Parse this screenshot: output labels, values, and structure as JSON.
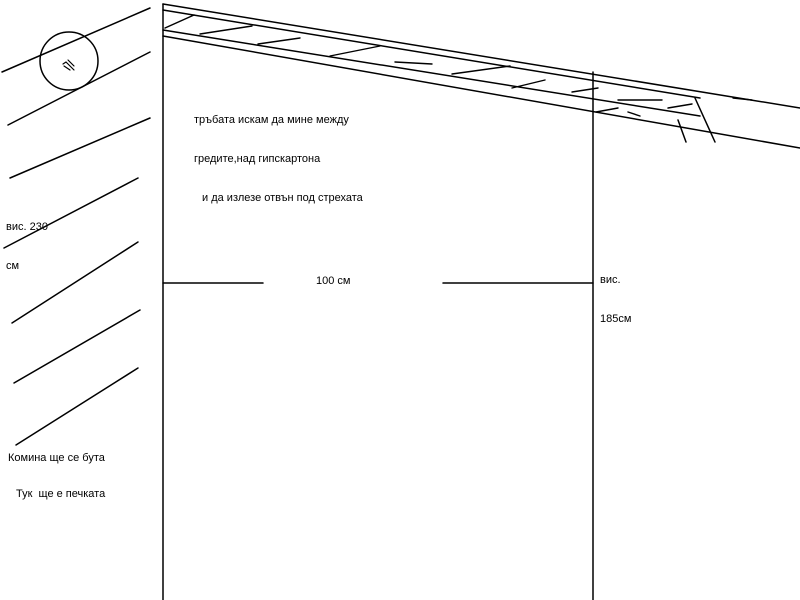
{
  "note": {
    "line1": "тръбата искам да мине между",
    "line2": "гредите,над гипскартона",
    "line3": "и да излезе отвън под стрехата"
  },
  "left_wall_height": {
    "line1": "вис. 230",
    "line2": "см"
  },
  "right_wall_height": {
    "line1": "вис.",
    "line2": "185см"
  },
  "room_width": "100 см",
  "chimney_label": "Комина ще се бута",
  "stove_label": "Тук  ще е печката",
  "colors": {
    "ink": "#000000",
    "background": "#ffffff"
  },
  "icons": [
    "chimney-pipe-circle-icon"
  ]
}
